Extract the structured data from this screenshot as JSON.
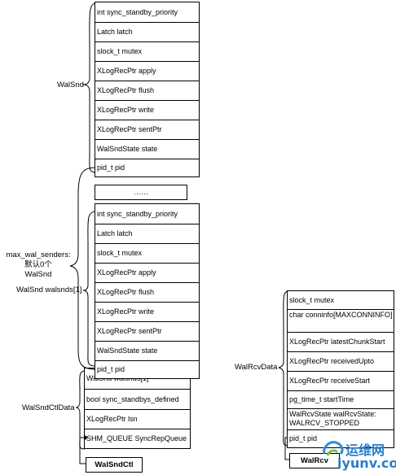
{
  "walsnd_top": {
    "label": "WalSnd",
    "fields": [
      "int sync_standby_priority",
      "Latch latch",
      "slock_t mutex",
      "XLogRecPtr apply",
      "XLogRecPtr flush",
      "XLogRecPtr write",
      "XLogRecPtr sentPtr",
      "WalSndState state",
      "pid_t pid"
    ]
  },
  "ellipsis": "……",
  "walsnd_bottom": {
    "fields": [
      "int sync_standby_priority",
      "Latch latch",
      "slock_t mutex",
      "XLogRecPtr apply",
      "XLogRecPtr flush",
      "XLogRecPtr write",
      "XLogRecPtr sentPtr",
      "WalSndState state",
      "pid_t pid"
    ]
  },
  "senders_label": {
    "line1": "max_wal_senders:",
    "line2": "默认0个",
    "line3": "WalSnd"
  },
  "walsnds_label": "WalSnd walsnds[1]",
  "ctl": {
    "label": "WalSndCtlData",
    "fields": [
      "WalSnd walsnds[1]",
      "bool sync_standbys_defined",
      "XLogRecPtr lsn",
      "SHM_QUEUE SyncRepQueue"
    ],
    "name_box": "WalSndCtl"
  },
  "rcv": {
    "label": "WalRcvData",
    "fields": [
      "slock_t mutex",
      "char conninfo[MAXCONNINFO]",
      "XLogRecPtr latestChunkStart",
      "XLogRecPtr receivedUpto",
      "XLogRecPtr receiveStart",
      "pg_time_t startTime",
      "WalRcvState walRcvState: WALRCV_STOPPED",
      "pid_t pid"
    ],
    "name_box": "WalRcv"
  },
  "watermark": {
    "cn": "运维网",
    "url": "iyunv.com"
  }
}
